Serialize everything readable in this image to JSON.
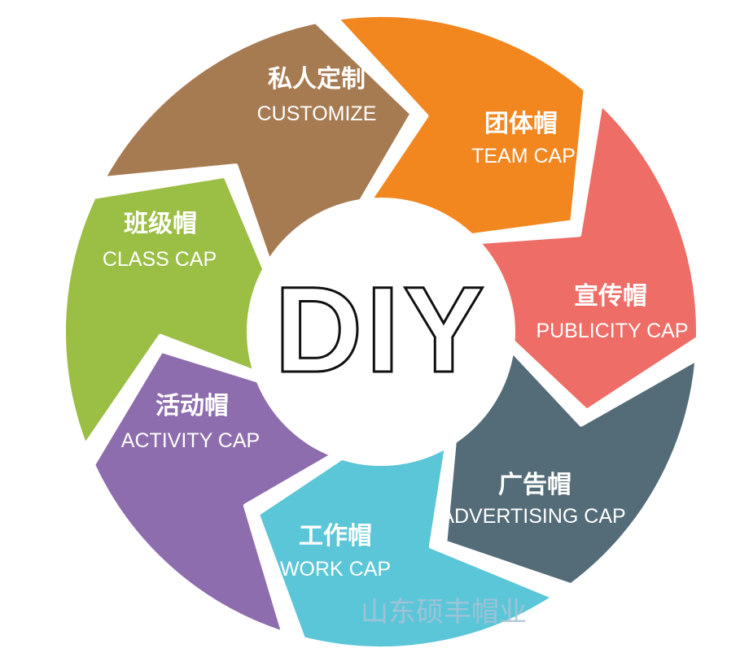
{
  "center": {
    "title": "DIY"
  },
  "segments": [
    {
      "id": "customize",
      "label_zh": "私人定制",
      "label_en": "CUSTOMIZE",
      "color": "#A77B52"
    },
    {
      "id": "team",
      "label_zh": "团体帽",
      "label_en": "TEAM CAP",
      "color": "#F2861F"
    },
    {
      "id": "publicity",
      "label_zh": "宣传帽",
      "label_en": "PUBLICITY CAP",
      "color": "#EE6D66"
    },
    {
      "id": "advertising",
      "label_zh": "广告帽",
      "label_en": "ADVERTISING CAP",
      "color": "#546C78"
    },
    {
      "id": "work",
      "label_zh": "工作帽",
      "label_en": "WORK CAP",
      "color": "#5BC6D8"
    },
    {
      "id": "activity",
      "label_zh": "活动帽",
      "label_en": "ACTIVITY CAP",
      "color": "#8E6DAE"
    },
    {
      "id": "class",
      "label_zh": "班级帽",
      "label_en": "CLASS CAP",
      "color": "#9BBE44"
    }
  ],
  "watermark": {
    "text": "山东硕丰帽业"
  }
}
